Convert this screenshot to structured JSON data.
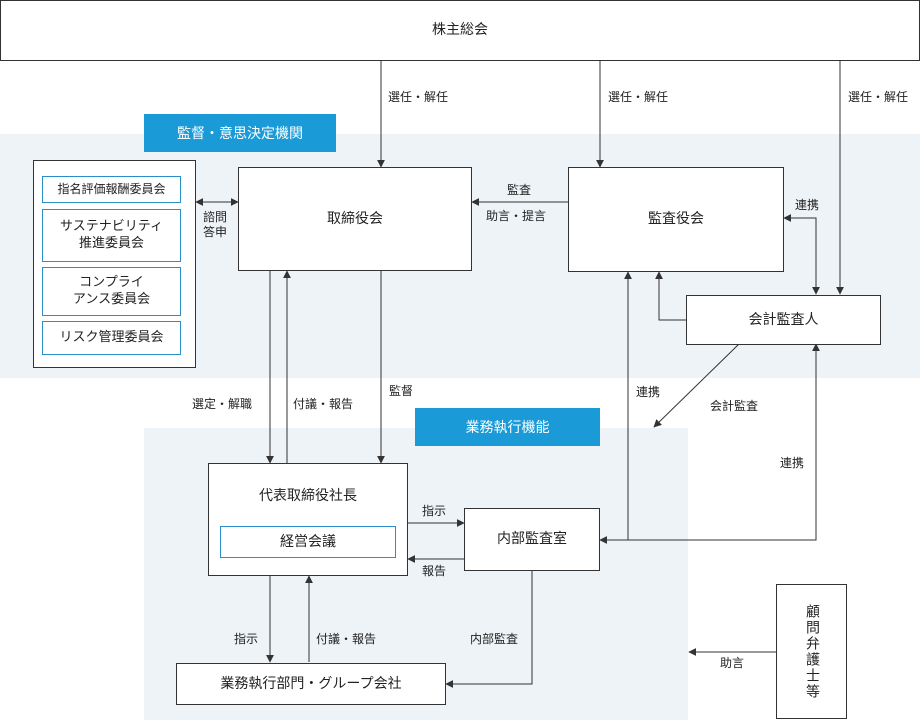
{
  "top": {
    "shareholders": "株主総会"
  },
  "regions": {
    "supervision_tag": "監督・意思決定機関",
    "execution_tag": "業務執行機能"
  },
  "committees": [
    "指名評価報酬委員会",
    "サステナビリティ\n推進委員会",
    "コンプライ\nアンス委員会",
    "リスク管理委員会"
  ],
  "boxes": {
    "board": "取締役会",
    "audit_board": "監査役会",
    "accounting_auditor": "会計監査人",
    "president": "代表取締役社長",
    "management_meeting": "経営会議",
    "internal_audit": "内部監査室",
    "divisions": "業務執行部門・グループ会社",
    "legal_advisor": "顧問弁護士等"
  },
  "labels": {
    "elect_dismiss_1": "選任・解任",
    "elect_dismiss_2": "選任・解任",
    "elect_dismiss_3": "選任・解任",
    "consult": "諮問\n答申",
    "audit": "監査",
    "advice_proposal": "助言・提言",
    "cooperate_1": "連携",
    "appoint_dismiss": "選定・解職",
    "refer_report_1": "付議・報告",
    "supervise": "監督",
    "cooperate_2": "連携",
    "accounting_audit": "会計監査",
    "cooperate_3": "連携",
    "instruct_1": "指示",
    "report": "報告",
    "instruct_2": "指示",
    "refer_report_2": "付議・報告",
    "internal_audit": "内部監査",
    "advice": "助言"
  }
}
